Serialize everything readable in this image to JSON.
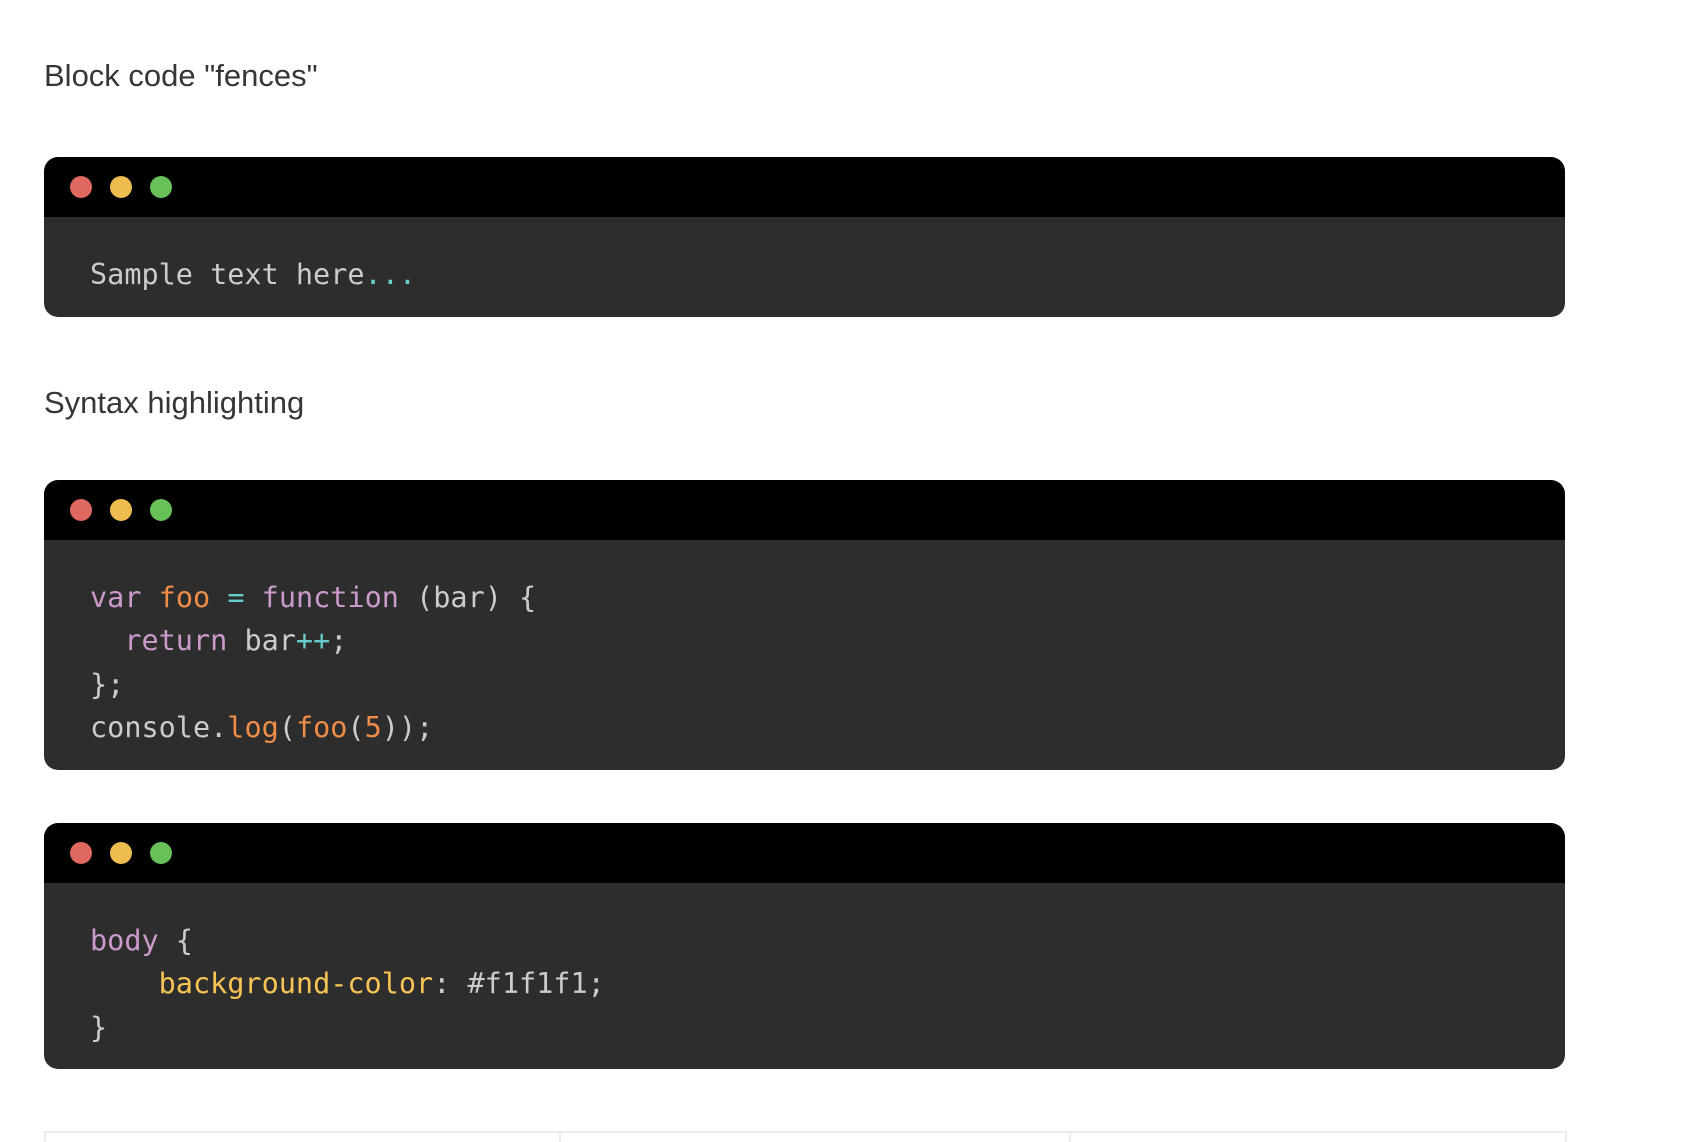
{
  "page": {
    "background": "#ffffff",
    "paragraphs": {
      "block_code_fences": "Block code \"fences\"",
      "syntax_highlighting": "Syntax highlighting"
    }
  },
  "window_controls": {
    "close": "#df6960",
    "minimize": "#efbc4f",
    "zoom": "#68c158",
    "titlebar": "#000000"
  },
  "code_theme": {
    "background": "#2d2d2d",
    "titlebar": "#000000"
  },
  "syntax_colors": {
    "plain": "#cccccc",
    "keyword": "#cc99cd",
    "function": "#f08d49",
    "number": "#f08d49",
    "operator": "#67cdcc",
    "selector": "#cc99cd",
    "property": "#f8c555"
  },
  "code_blocks": [
    {
      "language": "plain",
      "lines": [
        [
          {
            "t": "Sample text here",
            "c": "plain"
          },
          {
            "t": "...",
            "c": "operator"
          }
        ]
      ]
    },
    {
      "language": "javascript",
      "lines": [
        [
          {
            "t": "var",
            "c": "keyword"
          },
          {
            "t": " ",
            "c": "plain"
          },
          {
            "t": "foo",
            "c": "function"
          },
          {
            "t": " ",
            "c": "plain"
          },
          {
            "t": "=",
            "c": "operator"
          },
          {
            "t": " ",
            "c": "plain"
          },
          {
            "t": "function",
            "c": "keyword"
          },
          {
            "t": " (bar) {",
            "c": "plain"
          }
        ],
        [
          {
            "t": "  ",
            "c": "plain"
          },
          {
            "t": "return",
            "c": "keyword"
          },
          {
            "t": " bar",
            "c": "plain"
          },
          {
            "t": "++",
            "c": "operator"
          },
          {
            "t": ";",
            "c": "plain"
          }
        ],
        [
          {
            "t": "};",
            "c": "plain"
          }
        ],
        [
          {
            "t": "console.",
            "c": "plain"
          },
          {
            "t": "log",
            "c": "function"
          },
          {
            "t": "(",
            "c": "plain"
          },
          {
            "t": "foo",
            "c": "function"
          },
          {
            "t": "(",
            "c": "plain"
          },
          {
            "t": "5",
            "c": "number"
          },
          {
            "t": "));",
            "c": "plain"
          }
        ]
      ]
    },
    {
      "language": "css",
      "lines": [
        [
          {
            "t": "body",
            "c": "selector"
          },
          {
            "t": " {",
            "c": "plain"
          }
        ],
        [
          {
            "t": "    ",
            "c": "plain"
          },
          {
            "t": "background-color",
            "c": "property"
          },
          {
            "t": ": #f1f1f1;",
            "c": "plain"
          }
        ],
        [
          {
            "t": "}",
            "c": "plain"
          }
        ]
      ]
    }
  ],
  "table": {
    "columns": 3,
    "visible_cells": [
      "",
      "",
      ""
    ]
  }
}
